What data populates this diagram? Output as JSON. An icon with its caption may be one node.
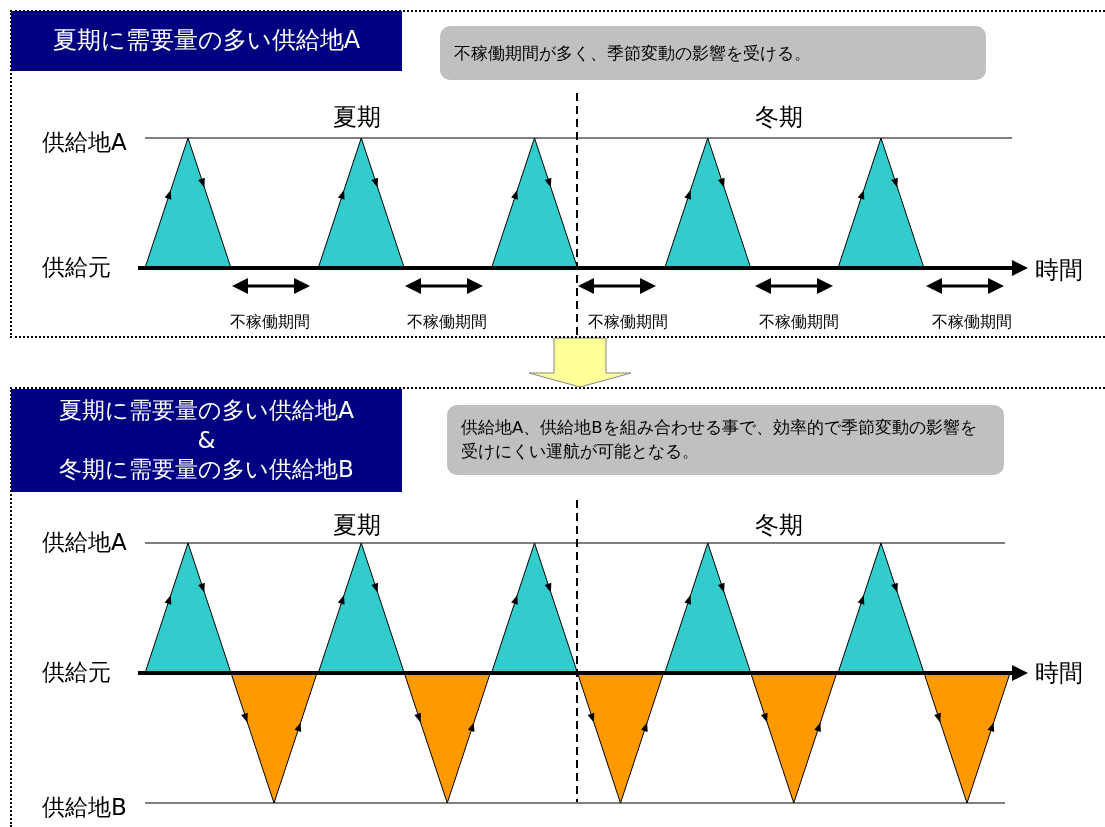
{
  "diagram": {
    "nodes": [
      {
        "text": [],
        "shape": "box"
      },
      {
        "text": [
          "夏期に需要量の多い供給地A"
        ],
        "in": 0
      },
      {
        "text": [
          "不稼働期間が多く、季節変動の影響を受ける。"
        ],
        "in": 0
      },
      {
        "text": [],
        "shape": "box"
      },
      {
        "text": [
          "夏期に需要量の多い供給地A & 冬期に需要量の多い供給地B"
        ],
        "in": 3
      },
      {
        "text": [
          "供給地A、供給地Bを組み合わせる事で、効率的で季節変動の影響を受けにくい運航が可能となる。"
        ],
        "in": 3
      }
    ],
    "edges": [
      {
        "from": 0,
        "to": 3,
        "arrow": "to",
        "style": "thick",
        "color": "#ffff99"
      }
    ],
    "labels": [
      "夏期",
      "冬期",
      "供給地A",
      "供給元",
      "時間",
      "不稼働期間",
      "不稼働期間",
      "不稼働期間",
      "不稼働期間",
      "不稼働期間",
      "夏期",
      "冬期",
      "供給地A",
      "供給元",
      "時間",
      "供給地B"
    ]
  }
}
